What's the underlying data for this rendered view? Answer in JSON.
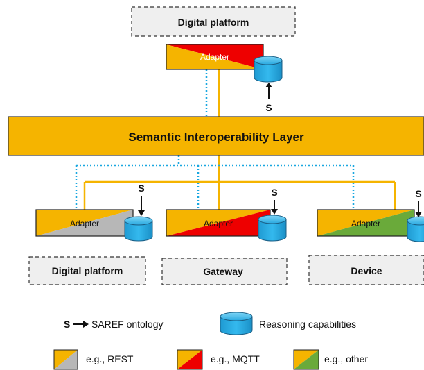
{
  "top_platform": {
    "label": "Digital platform",
    "adapter_label": "Adapter",
    "saref_mark": "S"
  },
  "semantic_layer": {
    "label": "Semantic Interoperability Layer"
  },
  "bottom_nodes": [
    {
      "label": "Digital platform",
      "adapter_label": "Adapter",
      "saref_mark": "S",
      "protocol": "REST"
    },
    {
      "label": "Gateway",
      "adapter_label": "Adapter",
      "saref_mark": "S",
      "protocol": "MQTT"
    },
    {
      "label": "Device",
      "adapter_label": "Adapter",
      "saref_mark": "S",
      "protocol": "other"
    }
  ],
  "legend": {
    "saref_mark": "S",
    "saref_label": "SAREF ontology",
    "reasoning_label": "Reasoning capabilities",
    "rest_label": "e.g., REST",
    "mqtt_label": "e.g., MQTT",
    "other_label": "e.g., other"
  },
  "colors": {
    "orange": "#f5b400",
    "red": "#ee0000",
    "gray": "#b7b7b7",
    "green": "#6aaa3a",
    "cylinder_blue": "#2fb2e8",
    "dotted_line": "#19a7e0",
    "solid_line": "#f5b400"
  }
}
